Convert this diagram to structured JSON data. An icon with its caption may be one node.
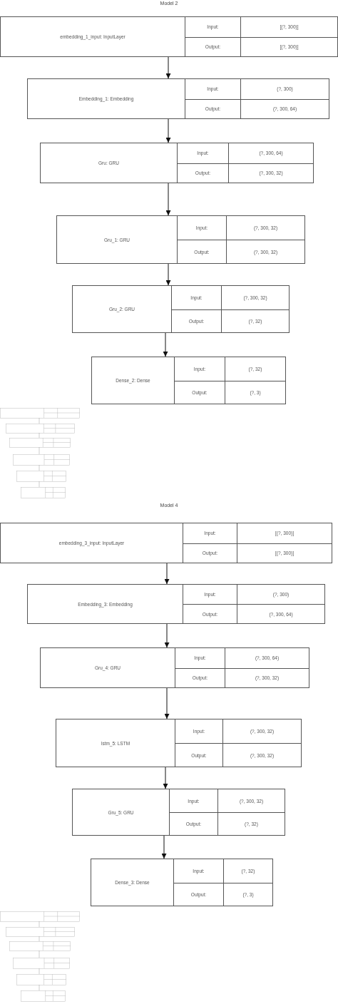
{
  "diagram": {
    "nodes": [
      {
        "text": [
          "embedding_1_input: InputLayer",
          "Input:",
          "[(?, 300)]",
          "Output:",
          "[(?, 300)]"
        ]
      },
      {
        "text": [
          "Embedding_1: Embedding",
          "Input:",
          "(?, 300)",
          "Output:",
          "(?, 300, 64)"
        ]
      },
      {
        "text": [
          "Gru: GRU",
          "Input:",
          "(?, 300, 64)",
          "Output:",
          "(?, 300, 32)"
        ]
      },
      {
        "text": [
          "Gru_1: GRU",
          "Input:",
          "(?, 300, 32)",
          "Output:",
          "(?, 300, 32)"
        ]
      },
      {
        "text": [
          "Gru_2: GRU",
          "Input:",
          "(?, 300, 32)",
          "Output:",
          "(?, 32)"
        ]
      },
      {
        "text": [
          "Dense_2: Dense",
          "Input:",
          "(?, 32)",
          "Output:",
          "(?, 3)"
        ]
      },
      {
        "text": [
          "embedding_3_input: InputLayer",
          "Input:",
          "[(?, 300)]",
          "Output:",
          "[(?, 300)]"
        ]
      },
      {
        "text": [
          "Embedding_3: Embedding",
          "Input:",
          "(?, 300)",
          "Output:",
          "(?, 300, 64)"
        ]
      },
      {
        "text": [
          "Gru_4: GRU",
          "Input:",
          "(?, 300, 64)",
          "Output:",
          "(?, 300, 32)"
        ]
      },
      {
        "text": [
          "lstm_5: LSTM",
          "Input:",
          "(?, 300, 32)",
          "Output:",
          "(?, 300, 32)"
        ]
      },
      {
        "text": [
          "Gru_5: GRU",
          "Input:",
          "(?, 300, 32)",
          "Output:",
          "(?, 32)"
        ]
      },
      {
        "text": [
          "Dense_3: Dense",
          "Input:",
          "(?, 32)",
          "Output:",
          "(?, 3)"
        ]
      }
    ],
    "edges": [
      {
        "from": 0,
        "to": 1,
        "arrow": "to"
      },
      {
        "from": 1,
        "to": 2,
        "arrow": "to"
      },
      {
        "from": 2,
        "to": 3,
        "arrow": "to"
      },
      {
        "from": 3,
        "to": 4,
        "arrow": "to"
      },
      {
        "from": 4,
        "to": 5,
        "arrow": "to"
      },
      {
        "from": 6,
        "to": 7,
        "arrow": "to"
      },
      {
        "from": 7,
        "to": 8,
        "arrow": "to"
      },
      {
        "from": 8,
        "to": 9,
        "arrow": "to"
      },
      {
        "from": 9,
        "to": 10,
        "arrow": "to"
      },
      {
        "from": 10,
        "to": 11,
        "arrow": "to"
      }
    ],
    "labels": [
      "Model 2",
      "Model 4"
    ]
  }
}
